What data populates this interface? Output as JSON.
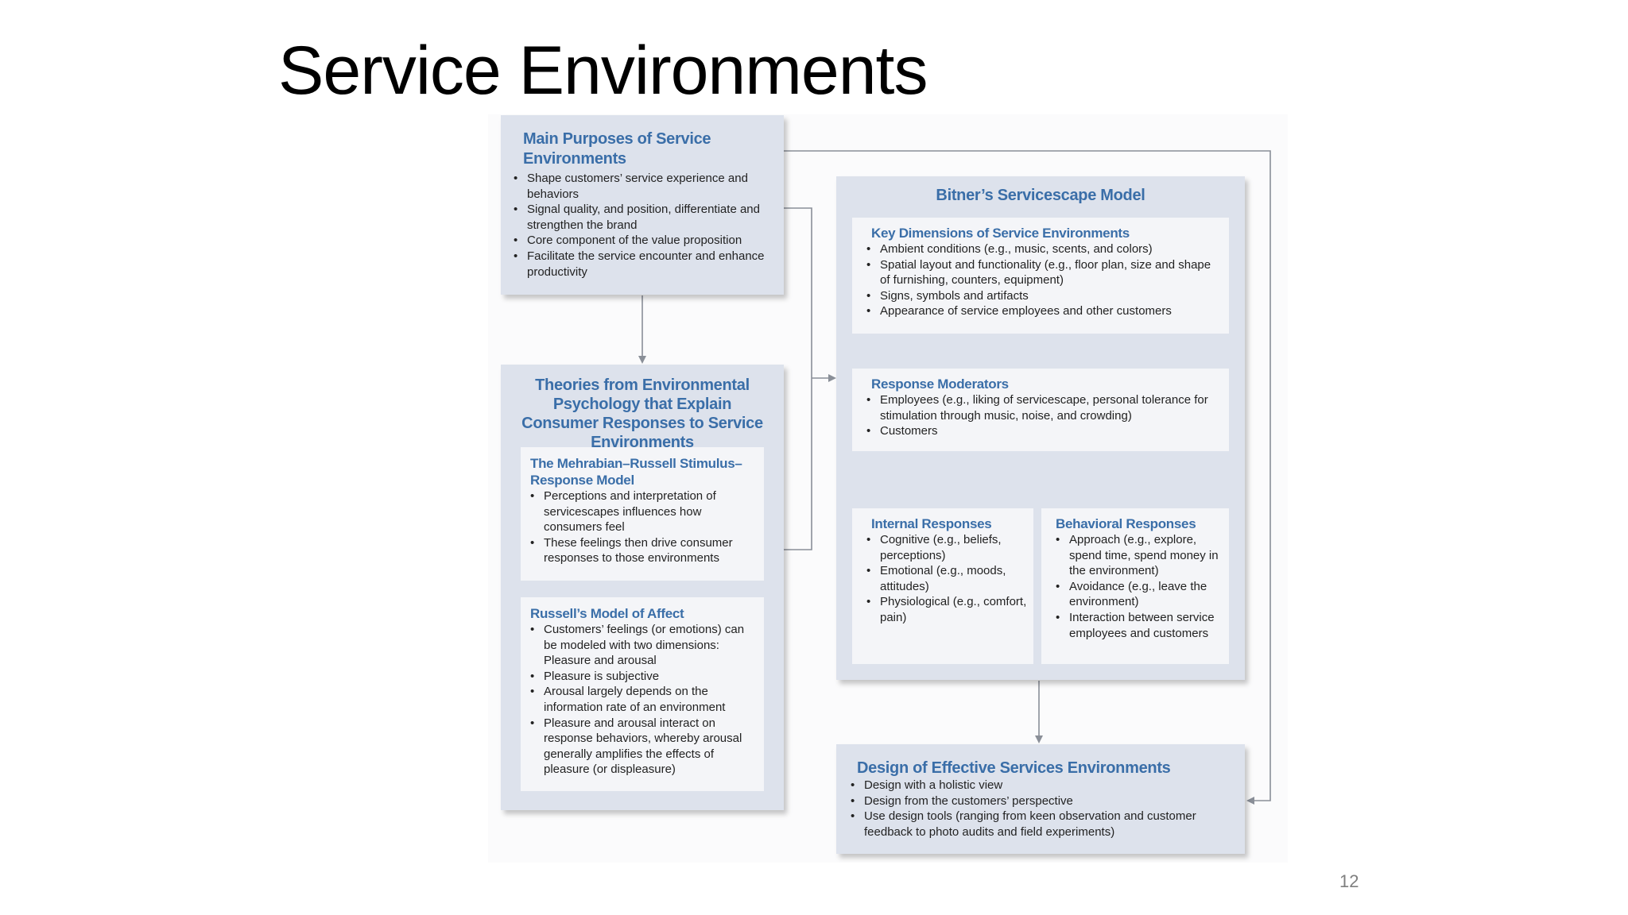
{
  "slide": {
    "title": "Service Environments",
    "page_number": "12"
  },
  "purposes": {
    "title": "Main Purposes of Service Environments",
    "items": [
      "Shape customers’ service experience and behaviors",
      "Signal quality, and position, differentiate and strengthen the brand",
      "Core component of the value proposition",
      "Facilitate the service encounter and enhance productivity"
    ]
  },
  "theories": {
    "title": "Theories from Environmental Psychology that Explain Consumer Responses to Service Environments",
    "mehrabian": {
      "title": "The Mehrabian–Russell Stimulus–Response Model",
      "items": [
        "Perceptions and interpretation of servicescapes influences how consumers feel",
        "These feelings then drive consumer responses to those environments"
      ]
    },
    "russell": {
      "title": "Russell’s Model of Affect",
      "items": [
        "Customers’ feelings (or emotions) can be modeled with two dimensions: Pleasure and arousal",
        "Pleasure is subjective",
        "Arousal largely depends on the information rate of an environment",
        "Pleasure and arousal interact on response behaviors, whereby arousal generally amplifies the effects of pleasure (or displeasure)"
      ]
    }
  },
  "servicescape": {
    "title": "Bitner’s Servicescape Model",
    "dimensions": {
      "title": "Key Dimensions of Service Environments",
      "items": [
        "Ambient conditions (e.g., music, scents, and colors)",
        "Spatial layout and functionality (e.g., floor plan, size and shape of furnishing, counters, equipment)",
        "Signs, symbols and artifacts",
        "Appearance of service employees and other customers"
      ]
    },
    "moderators": {
      "title": "Response Moderators",
      "items": [
        "Employees (e.g., liking of servicescape, personal tolerance for stimulation through music, noise, and crowding)",
        "Customers"
      ]
    },
    "internal": {
      "title": "Internal Responses",
      "items": [
        "Cognitive (e.g., beliefs, perceptions)",
        "Emotional (e.g., moods, attitudes)",
        "Physiological (e.g., comfort, pain)"
      ]
    },
    "behavioral": {
      "title": "Behavioral Responses",
      "items": [
        "Approach (e.g., explore, spend time, spend money in the environment)",
        "Avoidance (e.g., leave the environment)",
        "Interaction between service employees and customers"
      ]
    }
  },
  "design": {
    "title": "Design of Effective Services Environments",
    "items": [
      "Design with a holistic view",
      "Design from the customers’ perspective",
      "Use design tools (ranging from keen observation and customer feedback to photo audits and field experiments)"
    ]
  },
  "colors": {
    "heading": "#3a6ea8",
    "box": "#dde2ec",
    "inner": "#f4f5f8",
    "connector": "#8a8f98"
  }
}
